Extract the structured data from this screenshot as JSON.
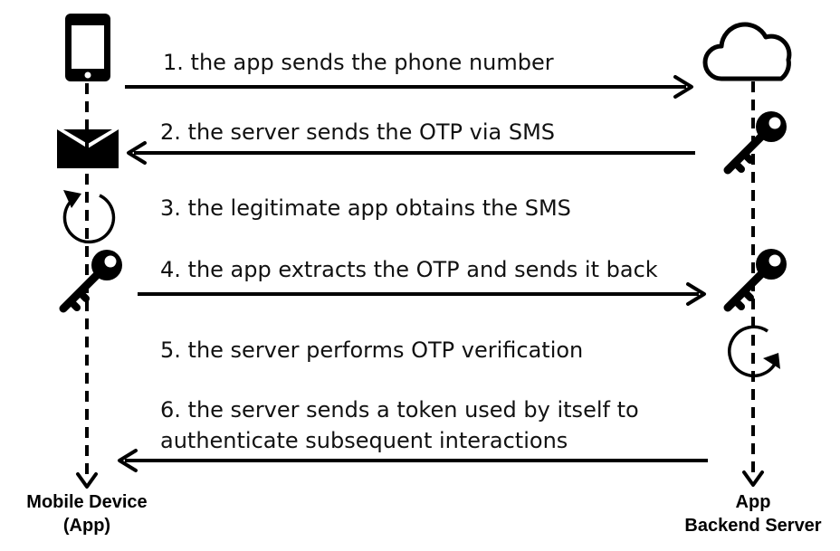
{
  "actors": {
    "mobile": {
      "line1": "Mobile Device",
      "line2": "(App)"
    },
    "server": {
      "line1": "App",
      "line2": "Backend Server"
    }
  },
  "messages": [
    {
      "step": 1,
      "text": "1. the app sends the phone number",
      "direction": "to-server"
    },
    {
      "step": 2,
      "text": "2. the server sends the OTP via SMS",
      "direction": "to-mobile"
    },
    {
      "step": 3,
      "text": "3. the legitimate app obtains the SMS",
      "direction": "none"
    },
    {
      "step": 4,
      "text": "4. the app extracts the OTP and sends it back",
      "direction": "to-server"
    },
    {
      "step": 5,
      "text": "5. the server performs OTP verification",
      "direction": "none"
    },
    {
      "step": 6,
      "line1": "6. the server sends a token used by itself to",
      "line2": "authenticate subsequent interactions",
      "direction": "to-mobile"
    }
  ],
  "icons": {
    "mobile": [
      "smartphone-icon",
      "envelope-icon",
      "counterclockwise-arrow-icon",
      "key-icon"
    ],
    "server": [
      "cloud-icon",
      "key-icon",
      "key-icon",
      "clockwise-arrow-icon"
    ]
  },
  "colors": {
    "ink": "#000000",
    "text": "#111111"
  }
}
